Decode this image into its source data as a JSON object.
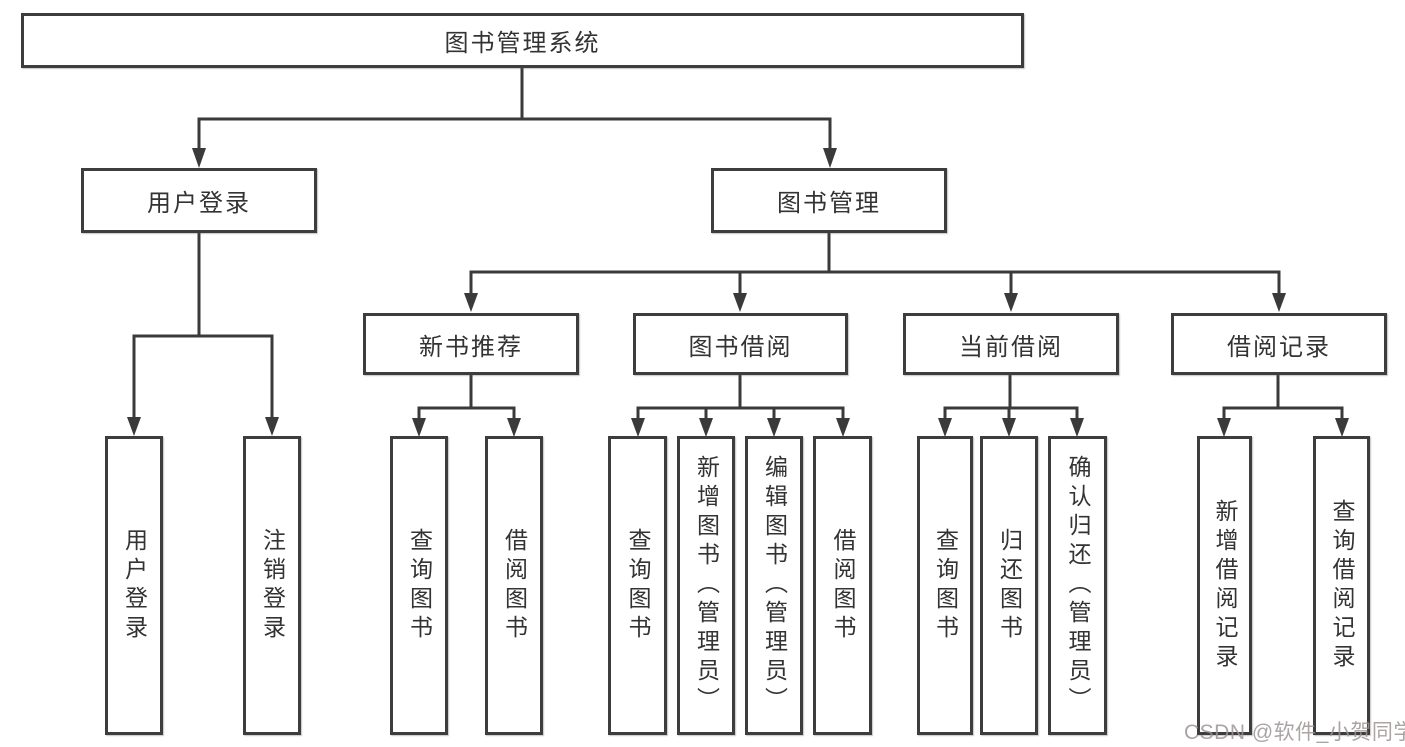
{
  "diagram": {
    "root": {
      "label": "图书管理系统",
      "children": [
        {
          "label": "用户登录",
          "children": [
            {
              "label": "用户登录"
            },
            {
              "label": "注销登录"
            }
          ]
        },
        {
          "label": "图书管理",
          "children": [
            {
              "label": "新书推荐",
              "children": [
                {
                  "label": "查询图书"
                },
                {
                  "label": "借阅图书"
                }
              ]
            },
            {
              "label": "图书借阅",
              "children": [
                {
                  "label": "查询图书"
                },
                {
                  "label": "新增图书（管理员）"
                },
                {
                  "label": "编辑图书（管理员）"
                },
                {
                  "label": "借阅图书"
                }
              ]
            },
            {
              "label": "当前借阅",
              "children": [
                {
                  "label": "查询图书"
                },
                {
                  "label": "归还图书"
                },
                {
                  "label": "确认归还（管理员）"
                }
              ]
            },
            {
              "label": "借阅记录",
              "children": [
                {
                  "label": "新增借阅记录"
                },
                {
                  "label": "查询借阅记录"
                }
              ]
            }
          ]
        }
      ]
    }
  },
  "watermark": {
    "text": "CSDN @软件_小贺同学"
  },
  "colors": {
    "line": "#3a3a3a",
    "box_border": "#3d3d3d",
    "text": "#333333",
    "watermark": "#9e9494",
    "background": "#ffffff"
  }
}
